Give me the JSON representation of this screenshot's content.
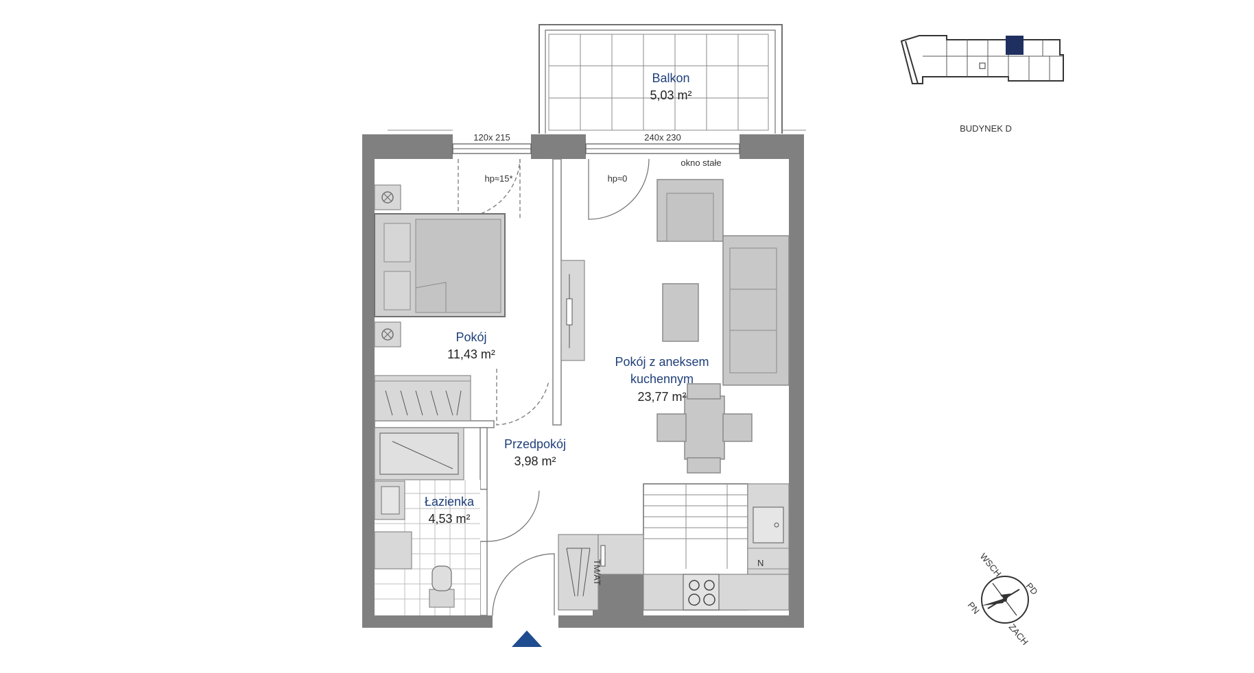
{
  "building": {
    "label": "BUDYNEK D"
  },
  "rooms": {
    "balcony": {
      "name": "Balkon",
      "area": "5,03 m²"
    },
    "bedroom": {
      "name": "Pokój",
      "area": "11,43 m²"
    },
    "living": {
      "name_line1": "Pokój z aneksem",
      "name_line2": "kuchennym",
      "area": "23,77 m²"
    },
    "hall": {
      "name": "Przedpokój",
      "area": "3,98 m²"
    },
    "bathroom": {
      "name": "Łazienka",
      "area": "4,53 m²"
    }
  },
  "openings": {
    "door_small": "120x 215",
    "door_large": "240x 230",
    "fixed_window": "okno stałe",
    "hp_small": "hp≈15*",
    "hp_large": "hp≈0"
  },
  "appliance": {
    "label": "TM/AT"
  },
  "kitchen": {
    "fridge_mark": "N"
  },
  "compass": {
    "wsch": "WSCH",
    "pd": "PD",
    "pn": "PN",
    "zach": "ZACH"
  },
  "colors": {
    "wall": "#808080",
    "label_blue": "#1f3f7a",
    "entrance_arrow": "#1f4b8f",
    "highlight": "#1f3060"
  }
}
